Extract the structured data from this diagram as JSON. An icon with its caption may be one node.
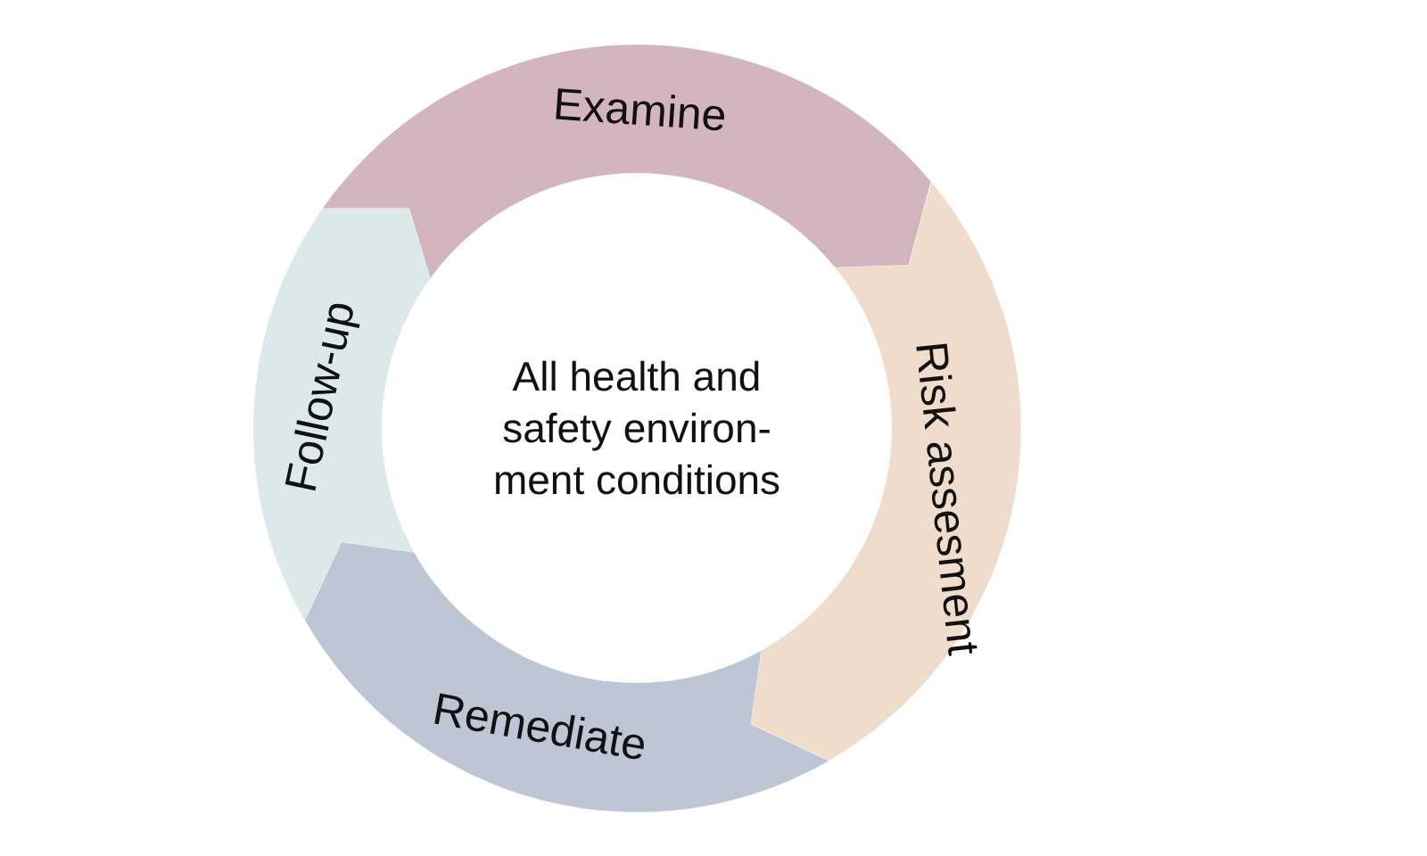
{
  "diagram": {
    "nodes": [
      {
        "text": [
          "All health and safety environ- ment conditions"
        ]
      },
      {
        "text": [
          "Examine"
        ]
      },
      {
        "text": [
          "Risk assesment"
        ]
      },
      {
        "text": [
          "Remediate"
        ]
      },
      {
        "text": [
          "Follow-up"
        ]
      }
    ]
  }
}
